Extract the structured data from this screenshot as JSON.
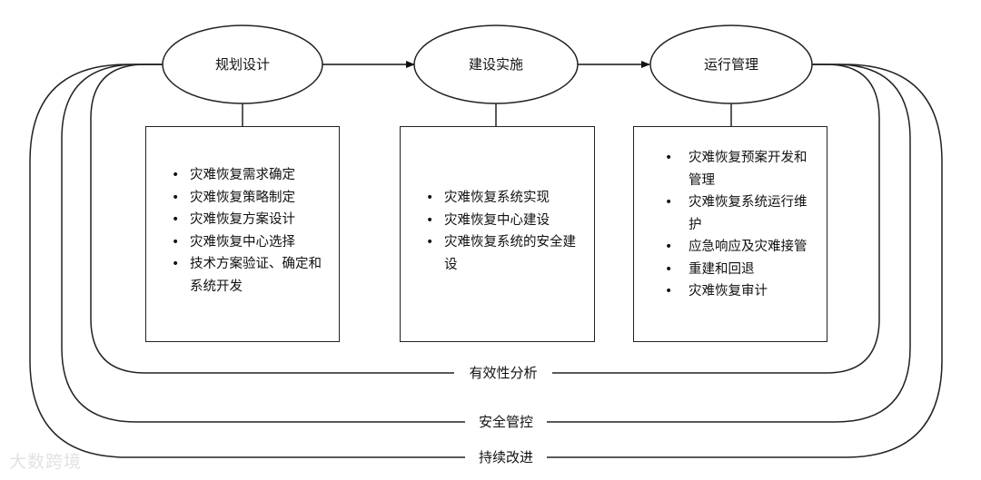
{
  "stages": [
    {
      "label": "规划设计"
    },
    {
      "label": "建设实施"
    },
    {
      "label": "运行管理"
    }
  ],
  "panels": {
    "planning": [
      "灾难恢复需求确定",
      "灾难恢复策略制定",
      "灾难恢复方案设计",
      "灾难恢复中心选择",
      "技术方案验证、确定和系统开发"
    ],
    "build": [
      "灾难恢复系统实现",
      "灾难恢复中心建设",
      "灾难恢复系统的安全建设"
    ],
    "ops": [
      "灾难恢复预案开发和管理",
      "灾难恢复系统运行维护",
      "应急响应及灾难接管",
      "重建和回退",
      "灾难恢复审计"
    ]
  },
  "loops": [
    {
      "label": "有效性分析"
    },
    {
      "label": "安全管控"
    },
    {
      "label": "持续改进"
    }
  ],
  "watermark": "大数跨境"
}
